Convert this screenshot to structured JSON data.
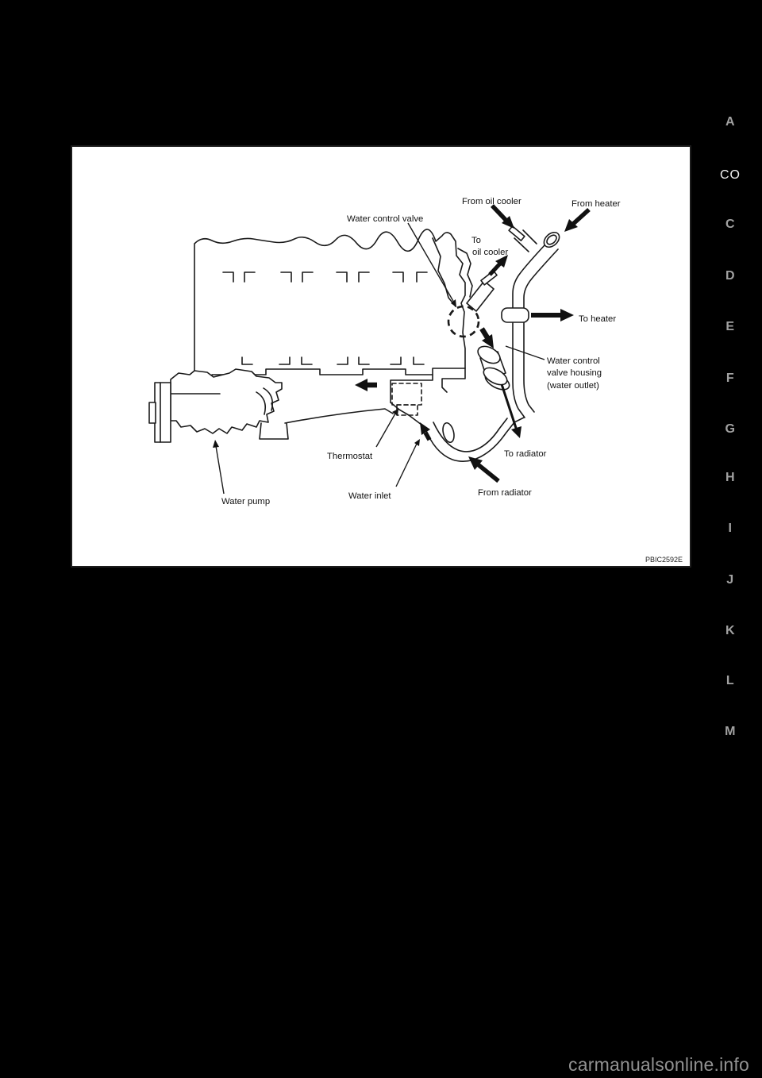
{
  "page": {
    "background": "#000000",
    "figure_background": "#ffffff"
  },
  "figure": {
    "id_code": "PBIC2592E",
    "labels": {
      "water_control_valve": "Water control valve",
      "from_oil_cooler": "From oil cooler",
      "from_heater": "From heater",
      "to_oil_cooler_line1": "To",
      "to_oil_cooler_line2": "oil cooler",
      "to_heater": "To heater",
      "wcv_housing_line1": "Water control",
      "wcv_housing_line2": "valve housing",
      "wcv_housing_line3": "(water outlet)",
      "to_radiator": "To radiator",
      "from_radiator": "From radiator",
      "thermostat": "Thermostat",
      "water_inlet": "Water inlet",
      "water_pump": "Water pump"
    }
  },
  "sidebar": {
    "current_code": "CO",
    "items": [
      {
        "label": "A"
      },
      {
        "label": "CO"
      },
      {
        "label": "C"
      },
      {
        "label": "D"
      },
      {
        "label": "E"
      },
      {
        "label": "F"
      },
      {
        "label": "G"
      },
      {
        "label": "H"
      },
      {
        "label": "I"
      },
      {
        "label": "J"
      },
      {
        "label": "K"
      },
      {
        "label": "L"
      },
      {
        "label": "M"
      }
    ]
  },
  "watermark": {
    "text": "carmanualsonline.info",
    "color": "#919191"
  }
}
